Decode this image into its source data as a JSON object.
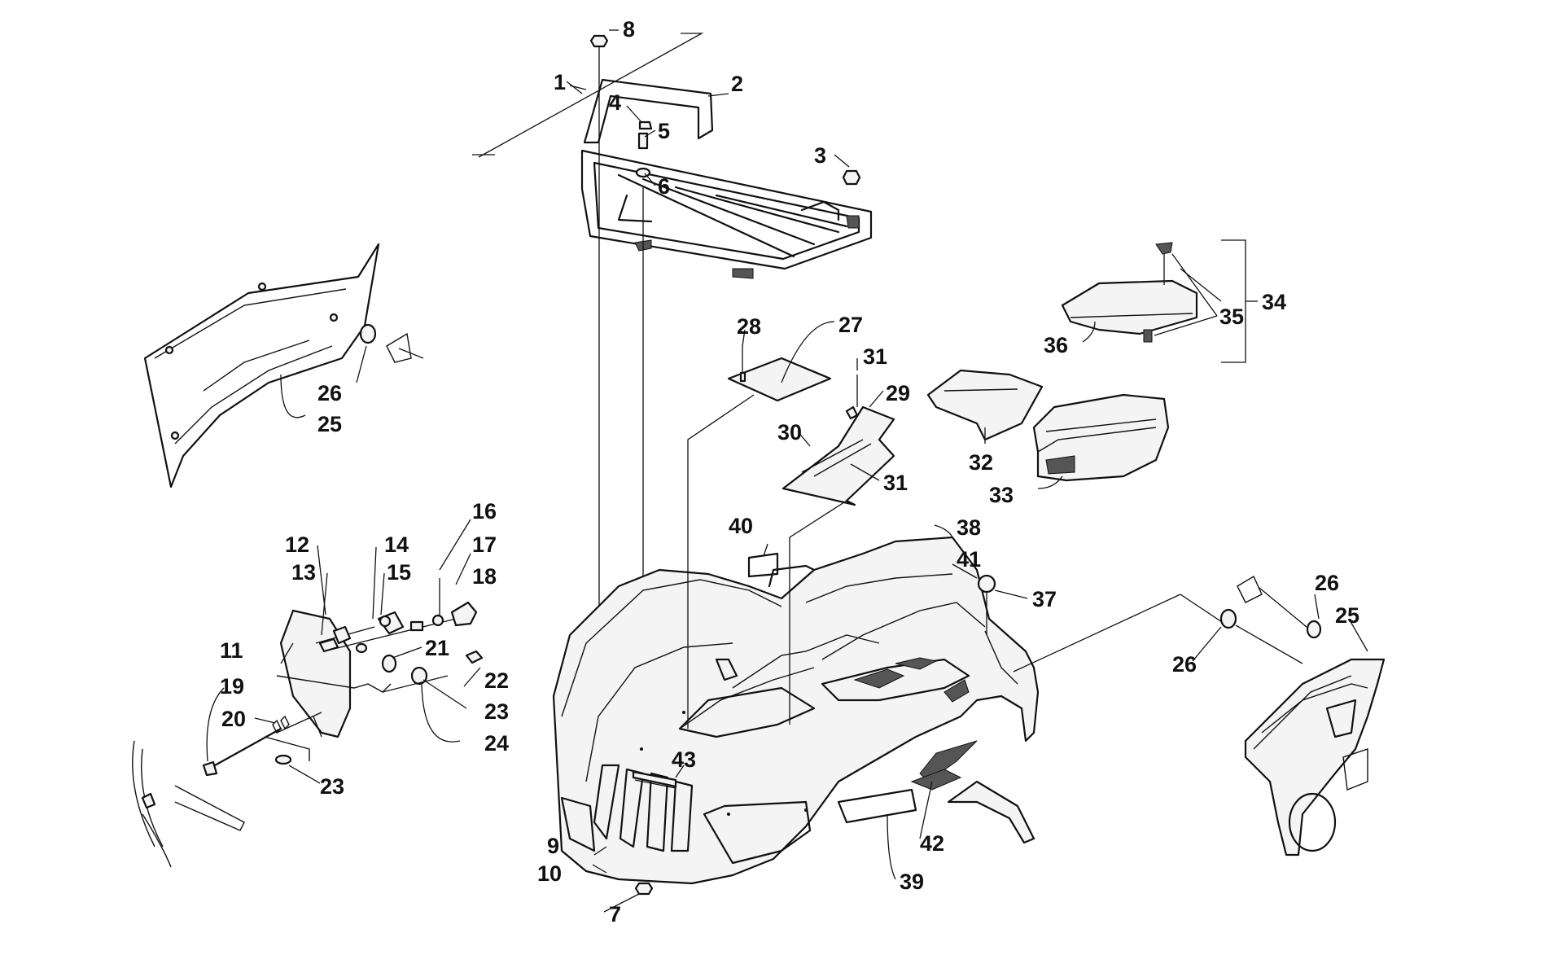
{
  "diagram": {
    "callouts": [
      "1",
      "2",
      "3",
      "4",
      "5",
      "6",
      "7",
      "8",
      "9",
      "10",
      "11",
      "12",
      "13",
      "14",
      "15",
      "16",
      "17",
      "18",
      "19",
      "20",
      "21",
      "22",
      "23",
      "24",
      "25",
      "26",
      "27",
      "28",
      "29",
      "30",
      "31",
      "32",
      "33",
      "34",
      "35",
      "36",
      "37",
      "38",
      "39",
      "40",
      "41",
      "42",
      "43"
    ],
    "extra": {
      "c23b": "23",
      "c25b": "25",
      "c26b": "26",
      "c26c": "26",
      "c31b": "31"
    },
    "colors": {
      "line": "#111111",
      "background": "#ffffff"
    }
  }
}
